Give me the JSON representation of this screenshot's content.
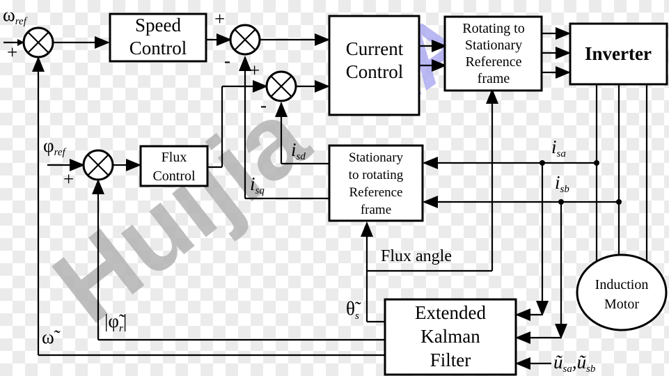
{
  "watermark": {
    "primary": "Huijia",
    "secondary": "2A"
  },
  "blocks": {
    "speed_control": [
      "Speed",
      "Control"
    ],
    "current_control": [
      "Current",
      "Control"
    ],
    "rot_to_stat": [
      "Rotating to",
      "Stationary",
      "Reference",
      "frame"
    ],
    "inverter": "Inverter",
    "flux_control": [
      "Flux",
      "Control"
    ],
    "stat_to_rot": [
      "Stationary",
      "to rotating",
      "Reference",
      "frame"
    ],
    "induction_motor": [
      "Induction",
      "Motor"
    ],
    "ekf": [
      "Extended",
      "Kalman",
      "Filter"
    ]
  },
  "labels": {
    "omega_ref": "ω",
    "omega_ref_sub": "ref",
    "phi_ref": "φ",
    "phi_ref_sub": "ref",
    "plus": "+",
    "minus": "-",
    "i": "i",
    "isd_sub": "sd",
    "isq_sub": "sq",
    "isa_sub": "sa",
    "isb_sub": "sb",
    "flux_angle": "Flux angle",
    "theta": "θ̃",
    "theta_sub": "s",
    "phi_r": "|φ̃",
    "phi_r_sub": "r",
    "phi_r_close": "|",
    "omega_tilde": "ω̃",
    "u": "ũ",
    "u_sa_sub": "sa",
    "comma": ",",
    "u_sb_sub": "sb"
  },
  "colors": {
    "watermark_gray": "#b3b3b3",
    "watermark_blue": "#a9a8f2"
  }
}
